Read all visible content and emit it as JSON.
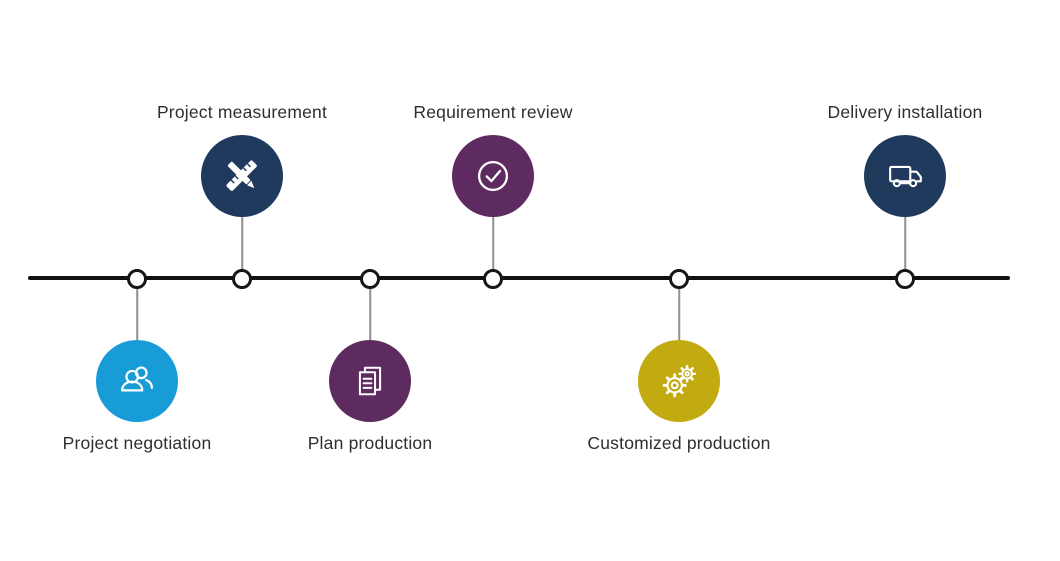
{
  "page": {
    "background": "#ffffff"
  },
  "diagram": {
    "type": "process-timeline",
    "orientation": "horizontal",
    "line_color": "#111111",
    "node_dot_color": "#ffffff",
    "node_dot_border": "#161616",
    "connector_color": "#8f8f8f",
    "text_color": "#2e2e2e",
    "steps": [
      {
        "label": "Project negotiation",
        "side": "below",
        "icon": "users-icon",
        "color": "#189cd8"
      },
      {
        "label": "Project measurement",
        "side": "above",
        "icon": "ruler-pencil-icon",
        "color": "#1f3a5c"
      },
      {
        "label": "Plan production",
        "side": "below",
        "icon": "documents-icon",
        "color": "#5e2b60"
      },
      {
        "label": "Requirement review",
        "side": "above",
        "icon": "check-circle-icon",
        "color": "#5e2b60"
      },
      {
        "label": "Customized production",
        "side": "below",
        "icon": "gears-icon",
        "color": "#c2ab10"
      },
      {
        "label": "Delivery installation",
        "side": "above",
        "icon": "truck-icon",
        "color": "#1f3a5c"
      }
    ]
  }
}
